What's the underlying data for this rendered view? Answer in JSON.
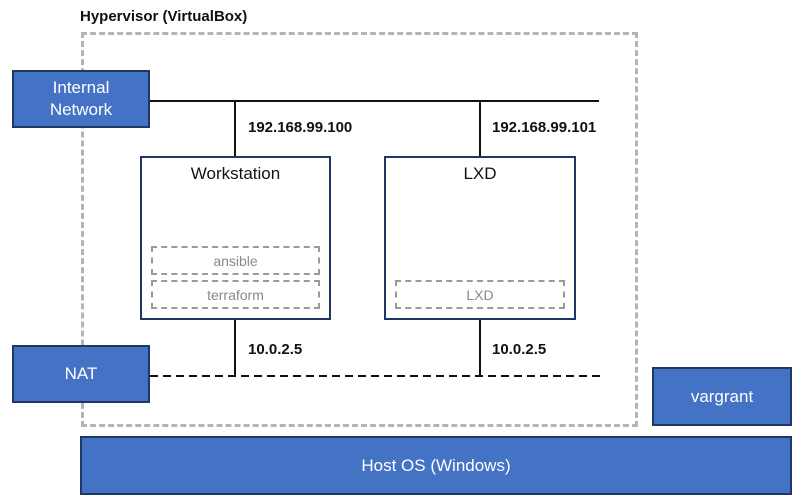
{
  "hypervisor": {
    "label": "Hypervisor (VirtualBox)"
  },
  "networks": {
    "internal": {
      "line1": "Internal",
      "line2": "Network"
    },
    "nat": {
      "label": "NAT"
    }
  },
  "vms": [
    {
      "title": "Workstation",
      "internal_ip": "192.168.99.100",
      "nat_ip": "10.0.2.5",
      "components": [
        "ansible",
        "terraform"
      ]
    },
    {
      "title": "LXD",
      "internal_ip": "192.168.99.101",
      "nat_ip": "10.0.2.5",
      "components": [
        "LXD"
      ]
    }
  ],
  "vagrant": {
    "label": "vargrant"
  },
  "host": {
    "label": "Host OS (Windows)"
  },
  "colors": {
    "box_fill": "#4472c4",
    "box_border": "#1f3864",
    "dashed_frame": "#b4b4b4"
  }
}
